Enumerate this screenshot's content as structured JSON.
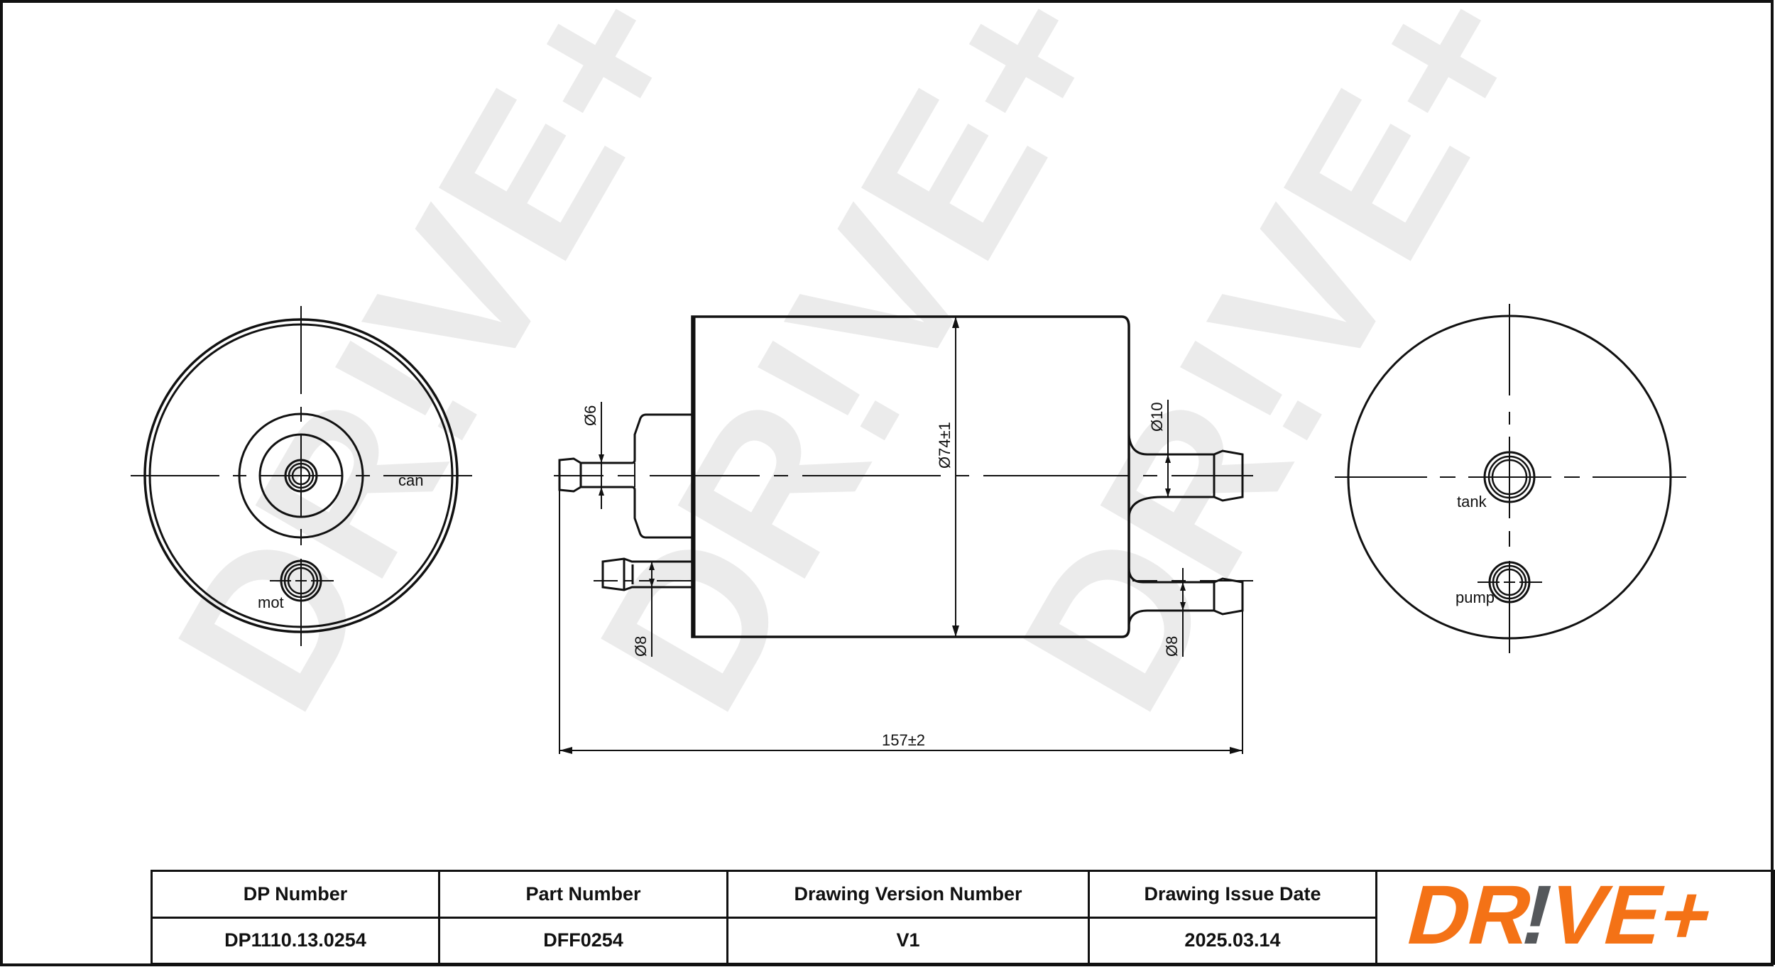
{
  "drawing": {
    "watermark_text": "DR!VE+",
    "watermark_color": "#ebebeb",
    "left_view": {
      "labels": {
        "can": "can",
        "mot": "mot"
      }
    },
    "side_view": {
      "dimensions": {
        "inlet_left_top": "Ø6",
        "inlet_left_bottom": "Ø8",
        "body_diameter": "Ø74±1",
        "outlet_right_top": "Ø10",
        "outlet_right_bottom": "Ø8",
        "overall_length": "157±2"
      }
    },
    "right_view": {
      "labels": {
        "tank": "tank",
        "pump": "pump"
      }
    }
  },
  "title_block": {
    "headers": [
      "DP Number",
      "Part Number",
      "Drawing Version Number",
      "Drawing Issue Date"
    ],
    "values": [
      "DP1110.13.0254",
      "DFF0254",
      "V1",
      "2025.03.14"
    ],
    "logo": {
      "text_left": "DR",
      "text_bang": "!",
      "text_right": "VE+",
      "orange": "#f47216",
      "gray": "#55585b"
    }
  }
}
